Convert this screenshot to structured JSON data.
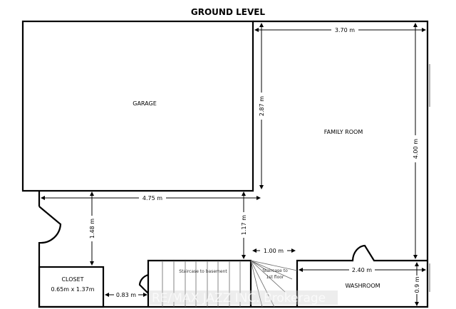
{
  "title": "GROUND LEVEL",
  "rooms": {
    "garage": "GARAGE",
    "family_room": "FAMILY ROOM",
    "closet": "CLOSET",
    "closet_size": "0.65m x 1.37m",
    "staircase_basement": "Staircase to basement",
    "staircase_first_line1": "Staircase to",
    "staircase_first_line2": "1st floor",
    "washroom": "WASHROOM"
  },
  "dimensions": {
    "family_width": "3.70 m",
    "garage_depth": "2.87 m",
    "family_depth": "4.00 m",
    "garage_width": "4.75 m",
    "hall_left": "1.48 m",
    "hall_right": "1.17 m",
    "gap_stairs_washroom": "1.00 m",
    "washroom_width": "2.40 m",
    "washroom_depth": "0.9 m",
    "closet_to_stairs": "0.83 m"
  },
  "watermark": "RE/MAX JAZZ INC. Brokerage"
}
